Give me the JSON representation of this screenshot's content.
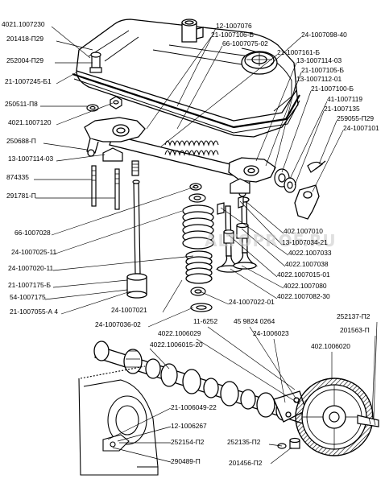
{
  "diagram": {
    "watermark": "ALTOPROF.RU",
    "colors": {
      "ink": "#000000",
      "paper": "#ffffff",
      "watermark": "#c4c4c4"
    },
    "labels": [
      {
        "id": "l01",
        "text": "4021.1007230"
      },
      {
        "id": "l02",
        "text": "201418-П29"
      },
      {
        "id": "l03",
        "text": "252004-П29"
      },
      {
        "id": "l04",
        "text": "21-1007245-Б1"
      },
      {
        "id": "l05",
        "text": "250511-П8"
      },
      {
        "id": "l06",
        "text": "4021.1007120"
      },
      {
        "id": "l07",
        "text": "250688-П"
      },
      {
        "id": "l08",
        "text": "13-1007114-03"
      },
      {
        "id": "l09",
        "text": "874335"
      },
      {
        "id": "l10",
        "text": "291781-П"
      },
      {
        "id": "l11",
        "text": "66-1007028"
      },
      {
        "id": "l12",
        "text": "24-1007025-11"
      },
      {
        "id": "l13",
        "text": "24-1007020-11"
      },
      {
        "id": "l14",
        "text": "21-1007175-Б"
      },
      {
        "id": "l15",
        "text": "54-1007175"
      },
      {
        "id": "l16",
        "text": "21-1007055-А 4"
      },
      {
        "id": "l17",
        "text": "12-1007076"
      },
      {
        "id": "l18",
        "text": "21-1007106-Б"
      },
      {
        "id": "l19",
        "text": "66-1007075-02"
      },
      {
        "id": "l20",
        "text": "21-1007161-Б"
      },
      {
        "id": "l21",
        "text": "24-1007098-40"
      },
      {
        "id": "l22",
        "text": "13-1007114-03"
      },
      {
        "id": "l23",
        "text": "21-1007105-Б"
      },
      {
        "id": "l24",
        "text": "13-1007112-01"
      },
      {
        "id": "l25",
        "text": "21-1007100-Б"
      },
      {
        "id": "l26",
        "text": "41-1007119"
      },
      {
        "id": "l27",
        "text": "21-1007135"
      },
      {
        "id": "l28",
        "text": "259055-П29"
      },
      {
        "id": "l29",
        "text": "24-1007101"
      },
      {
        "id": "l30",
        "text": "402.1007010"
      },
      {
        "id": "l31",
        "text": "13-1007034-21"
      },
      {
        "id": "l32",
        "text": "4022.1007033"
      },
      {
        "id": "l33",
        "text": "4022.1007038"
      },
      {
        "id": "l34",
        "text": "4022.1007015-01"
      },
      {
        "id": "l35",
        "text": "4022.1007080"
      },
      {
        "id": "l36",
        "text": "4022.1007082-30"
      },
      {
        "id": "l37",
        "text": "24-1007022-01"
      },
      {
        "id": "l38",
        "text": "24-1007021"
      },
      {
        "id": "l39",
        "text": "24-1007036-02"
      },
      {
        "id": "l40",
        "text": "11-6252"
      },
      {
        "id": "l41",
        "text": "45 9824 0264"
      },
      {
        "id": "l42",
        "text": "4022.1006029"
      },
      {
        "id": "l43",
        "text": "24-1006023"
      },
      {
        "id": "l44",
        "text": "4022.1006015-20"
      },
      {
        "id": "l45",
        "text": "402.1006020"
      },
      {
        "id": "l46",
        "text": "252137-П2"
      },
      {
        "id": "l47",
        "text": "201563-П"
      },
      {
        "id": "l48",
        "text": "21-1006049-22"
      },
      {
        "id": "l49",
        "text": "12-1006267"
      },
      {
        "id": "l50",
        "text": "252154-П2"
      },
      {
        "id": "l51",
        "text": "290489-П"
      },
      {
        "id": "l52",
        "text": "252135-П2"
      },
      {
        "id": "l53",
        "text": "201456-П2"
      }
    ]
  }
}
